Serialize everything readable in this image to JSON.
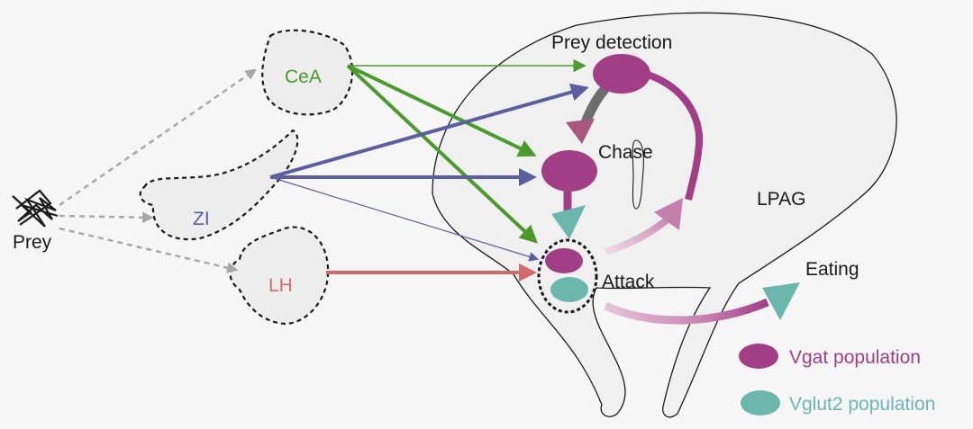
{
  "labels": {
    "prey": "Prey",
    "cea": "CeA",
    "zi": "ZI",
    "lh": "LH",
    "prey_detection": "Prey detection",
    "chase": "Chase",
    "attack": "Attack",
    "lpag": "LPAG",
    "eating": "Eating"
  },
  "legend": {
    "vgat": "Vgat population",
    "vglut2": "Vglut2 population"
  },
  "colors": {
    "cea": "#4a9a2e",
    "zi": "#5b5ea0",
    "lh": "#d16b6b",
    "vgat": "#a13e86",
    "vglut2": "#6cb7ad",
    "prey_path": "#a8a8a8",
    "outline": "#1a1a1a"
  }
}
